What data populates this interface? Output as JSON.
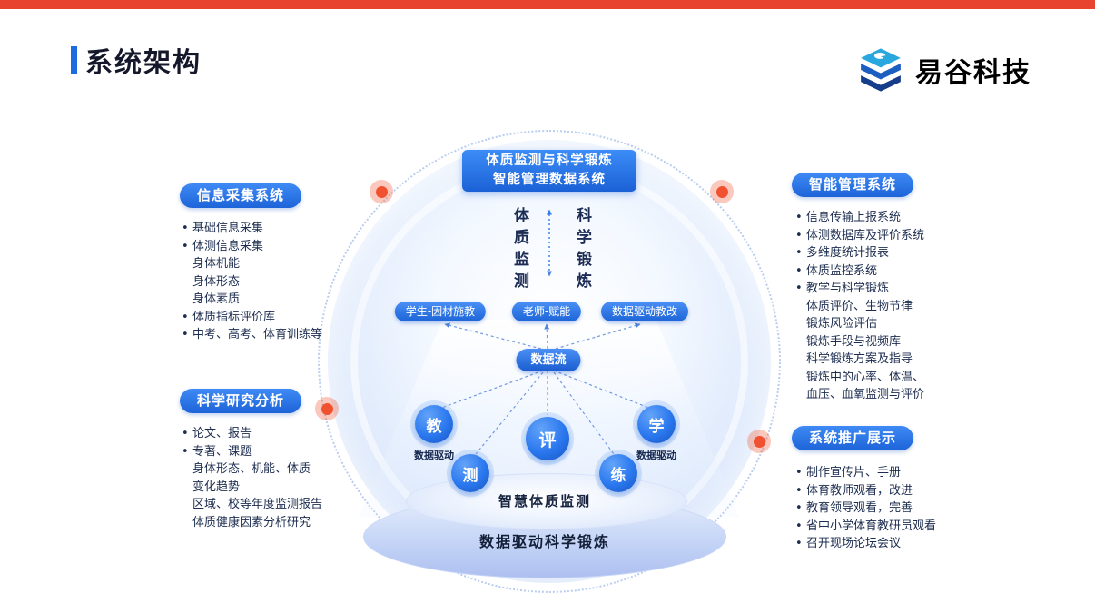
{
  "accent": {
    "top_bar_color": "#e7432e",
    "primary_blue": "#2478f0",
    "dot_orange": "#f0512e",
    "dark_text": "#1d2d50"
  },
  "header": {
    "title": "系统架构",
    "logo_text": "易谷科技"
  },
  "diagram": {
    "banner": {
      "line1": "体质监测与科学锻炼",
      "line2": "智能管理数据系统"
    },
    "vertical_left": "体质监测",
    "vertical_right": "科学锻炼",
    "pills": {
      "left": "学生-因材施教",
      "center": "老师-赋能",
      "right": "数据驱动教改"
    },
    "flow_pill": "数据流",
    "nodes": {
      "teach": "教",
      "evaluate": "评",
      "learn": "学",
      "test": "测",
      "practice": "练"
    },
    "data_driven_left": "数据驱动",
    "data_driven_right": "数据驱动",
    "platform_top": "智慧体质监测",
    "platform_bottom": "数据驱动科学锻炼"
  },
  "panels": {
    "info_collection": {
      "title": "信息采集系统",
      "items": [
        {
          "text": "基础信息采集",
          "bullet": true
        },
        {
          "text": "体测信息采集",
          "bullet": true
        },
        {
          "text": "身体机能",
          "bullet": false
        },
        {
          "text": "身体形态",
          "bullet": false
        },
        {
          "text": "身体素质",
          "bullet": false
        },
        {
          "text": "体质指标评价库",
          "bullet": true
        },
        {
          "text": "中考、高考、体育训练等",
          "bullet": true
        }
      ]
    },
    "research": {
      "title": "科学研究分析",
      "items": [
        {
          "text": "论文、报告",
          "bullet": true
        },
        {
          "text": "专著、课题",
          "bullet": true
        },
        {
          "text": "身体形态、机能、体质",
          "bullet": false
        },
        {
          "text": "变化趋势",
          "bullet": false
        },
        {
          "text": "区域、校等年度监测报告",
          "bullet": false
        },
        {
          "text": "体质健康因素分析研究",
          "bullet": false
        }
      ]
    },
    "management": {
      "title": "智能管理系统",
      "items": [
        {
          "text": "信息传输上报系统",
          "bullet": true
        },
        {
          "text": "体测数据库及评价系统",
          "bullet": true
        },
        {
          "text": "多维度统计报表",
          "bullet": true
        },
        {
          "text": "体质监控系统",
          "bullet": true
        },
        {
          "text": "教学与科学锻炼",
          "bullet": true
        },
        {
          "text": "体质评价、生物节律",
          "bullet": false
        },
        {
          "text": "锻炼风险评估",
          "bullet": false
        },
        {
          "text": "锻炼手段与视频库",
          "bullet": false
        },
        {
          "text": "科学锻炼方案及指导",
          "bullet": false
        },
        {
          "text": "锻炼中的心率、体温、",
          "bullet": false
        },
        {
          "text": "血压、血氧监测与评价",
          "bullet": false
        }
      ]
    },
    "promotion": {
      "title": "系统推广展示",
      "items": [
        {
          "text": "制作宣传片、手册",
          "bullet": true
        },
        {
          "text": "体育教师观看，改进",
          "bullet": true
        },
        {
          "text": "教育领导观看，完善",
          "bullet": true
        },
        {
          "text": "省中小学体育教研员观看",
          "bullet": true
        },
        {
          "text": "召开现场论坛会议",
          "bullet": true
        }
      ]
    }
  }
}
